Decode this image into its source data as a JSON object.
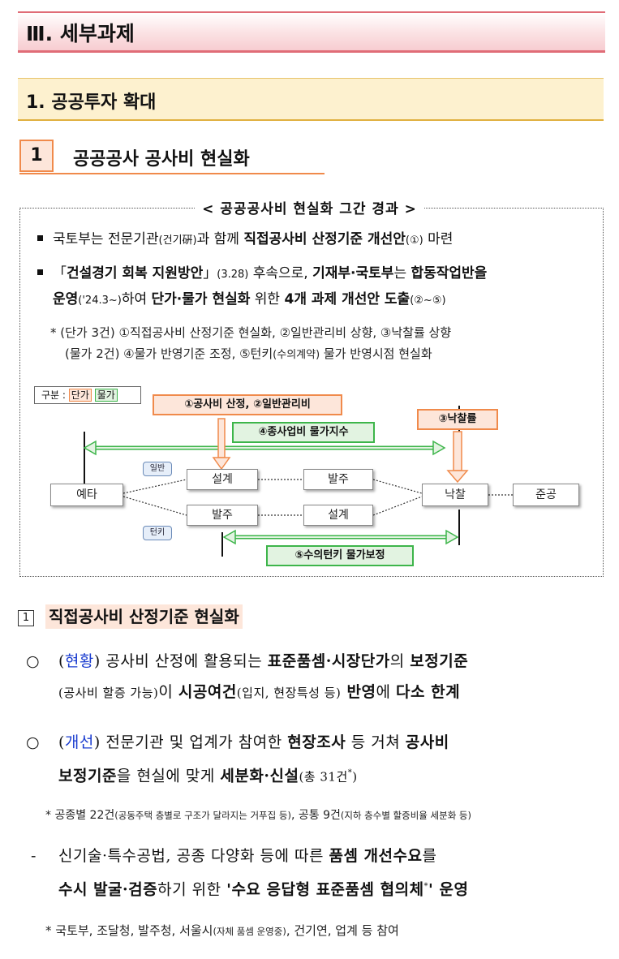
{
  "section_header": "Ⅲ. 세부과제",
  "subsection_header": "1. 공공투자 확대",
  "task": {
    "number": "1",
    "title": "공공공사 공사비 현실화"
  },
  "summary": {
    "title": "< 공공공사비 현실화 그간 경과 >",
    "bullet1": {
      "a": "국토부는 전문기관",
      "b": "(건기硏)",
      "c": "과 함께 ",
      "d": "직접공사비 산정기준 개선안",
      "e": "(①)",
      "f": " 마련"
    },
    "bullet2": {
      "a": "「",
      "b": "건설경기 회복 지원방안",
      "c": "」",
      "d": "(3.28)",
      "e": " 후속으로, ",
      "f": "기재부·국토부",
      "g": "는 ",
      "h": "합동작업반을",
      "i": "운영",
      "j": "('24.3~)",
      "k": "하여 ",
      "l": "단가·물가 현실화",
      "m": " 위한 ",
      "n": "4개 과제 개선안 도출",
      "o": "(②~⑤)"
    },
    "note1": "* (단가 3건) ①직접공사비 산정기준 현실화, ②일반관리비 상향, ③낙찰률 상향",
    "note2a": "(물가 2건) ④물가 반영기준 조정, ⑤턴키",
    "note2b": "(수의계약)",
    "note2c": " 물가 반영시점 현실화"
  },
  "diagram": {
    "legend_label": "구분 :",
    "legend_unit": "단가",
    "legend_price": "물가",
    "item1": "①공사비 산정, ②일반관리비",
    "item3": "③낙찰률",
    "item4": "④종사업비 물가지수",
    "item5": "⑤수의턴키 물가보정",
    "yeta": "예타",
    "design_top": "설계",
    "order_top": "발주",
    "order_bottom": "발주",
    "design_bottom": "설계",
    "award": "낙찰",
    "complete": "준공",
    "tag_general": "일반",
    "tag_turnkey": "턴키",
    "colors": {
      "unit_orange": "#f08a4b",
      "price_green": "#3db54a"
    }
  },
  "detail": {
    "number": "1",
    "title": "직접공사비 산정기준 현실화",
    "p1": {
      "bullet": "○",
      "open": "(",
      "label": "현황",
      "close": ")",
      "a": " 공사비 산정에 활용되는 ",
      "b": "표준품셈·시장단가",
      "c": "의 ",
      "d": "보정기준",
      "e": "(공사비 할증 가능)",
      "f": "이 ",
      "g": "시공여건",
      "h": "(입지, 현장특성 등)",
      "i": " 반영",
      "j": "에 ",
      "k": "다소 한계"
    },
    "p2": {
      "bullet": "○",
      "open": "(",
      "label": "개선",
      "close": ")",
      "a": " 전문기관 및 업계가 참여한 ",
      "b": "현장조사",
      "c": " 등 거쳐 ",
      "d": "공사비",
      "e": "보정기준",
      "f": "을 현실에 맞게 ",
      "g": "세분화·신설",
      "h": "(총 31건",
      "i": "*",
      "j": ")"
    },
    "fn1": {
      "a": "* 공종별 22건",
      "b": "(공동주택 층별로 구조가 달라지는 거푸집 등)",
      "c": ", 공통 9건",
      "d": "(지하 층수별 할증비율 세분화 등)"
    },
    "p3": {
      "bullet": "-",
      "a": "신기술·특수공법, 공종 다양화 등에 따른 ",
      "b": "품셈 개선수요",
      "c": "를",
      "d": "수시 발굴·검증",
      "e": "하기 위한 ",
      "f": "'수요 응답형 표준품셈 협의체",
      "g": "*",
      "h": "' 운영"
    },
    "fn2": {
      "a": "* 국토부, 조달청, 발주청, 서울시",
      "b": "(자체 품셈 운영중)",
      "c": ", 건기연, 업계 등 참여"
    }
  }
}
